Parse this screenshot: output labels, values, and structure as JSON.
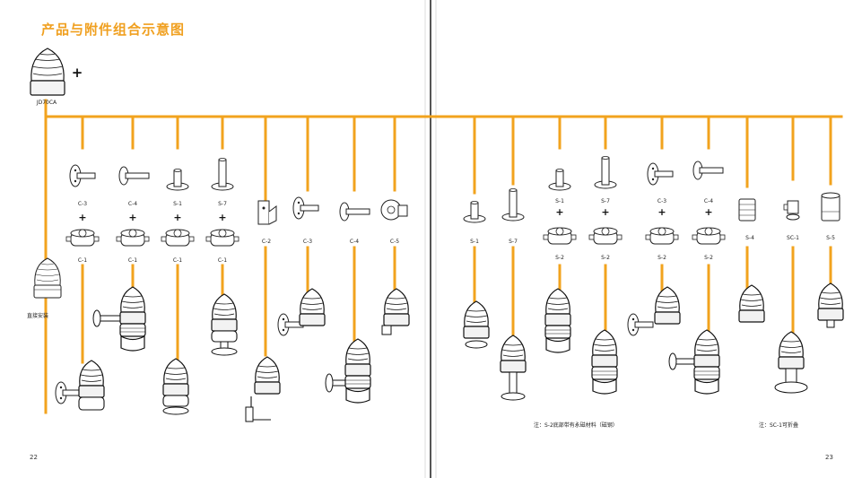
{
  "title": "产品与附件组合示意图",
  "main_product": "JD70CA",
  "main_plus": "+",
  "direct_mount": "直接安装",
  "left_page": {
    "top_labels": [
      "C-3",
      "C-4",
      "S-1",
      "S-7"
    ],
    "plus": [
      "+",
      "+",
      "+",
      "+"
    ],
    "bottom_labels": [
      "C-1",
      "C-1",
      "C-1",
      "C-1"
    ],
    "right_labels": [
      "C-2",
      "C-3",
      "C-4",
      "C-5"
    ]
  },
  "right_page": {
    "first_labels": [
      "S-1",
      "S-7"
    ],
    "top_labels": [
      "S-1",
      "S-7",
      "C-3",
      "C-4"
    ],
    "plus": [
      "+",
      "+",
      "+",
      "+"
    ],
    "bottom_labels": [
      "S-2",
      "S-2",
      "S-2",
      "S-2"
    ],
    "end_labels": [
      "S-4",
      "SC-1",
      "S-5"
    ]
  },
  "note_s2": "注：S-2底部带有永磁材料（磁钢）",
  "note_sc1": "注：SC-1可折叠",
  "page_left": "22",
  "page_right": "23",
  "colors": {
    "accent": "#f0a020",
    "bus": "#f2a31e",
    "fold": "#555555"
  }
}
